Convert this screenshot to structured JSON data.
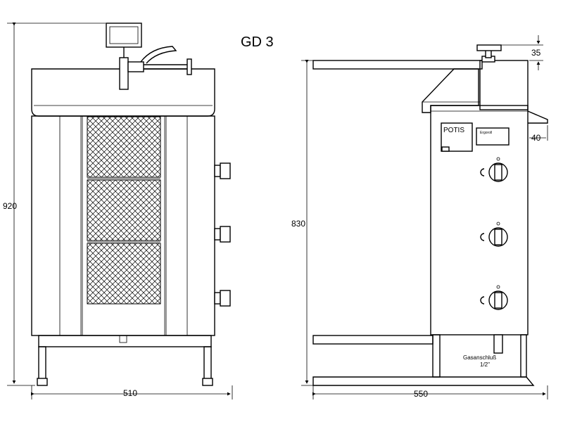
{
  "title": "GD 3",
  "front_view": {
    "height_label": "920",
    "width_label": "510"
  },
  "side_view": {
    "height_label": "830",
    "width_label": "550",
    "top_offset_label": "35",
    "side_offset_label": "40",
    "brand_label": "POTIS",
    "plate_label": "Ergoroll",
    "gas_label_line1": "Gasanschluß",
    "gas_label_line2": "1/2\""
  }
}
